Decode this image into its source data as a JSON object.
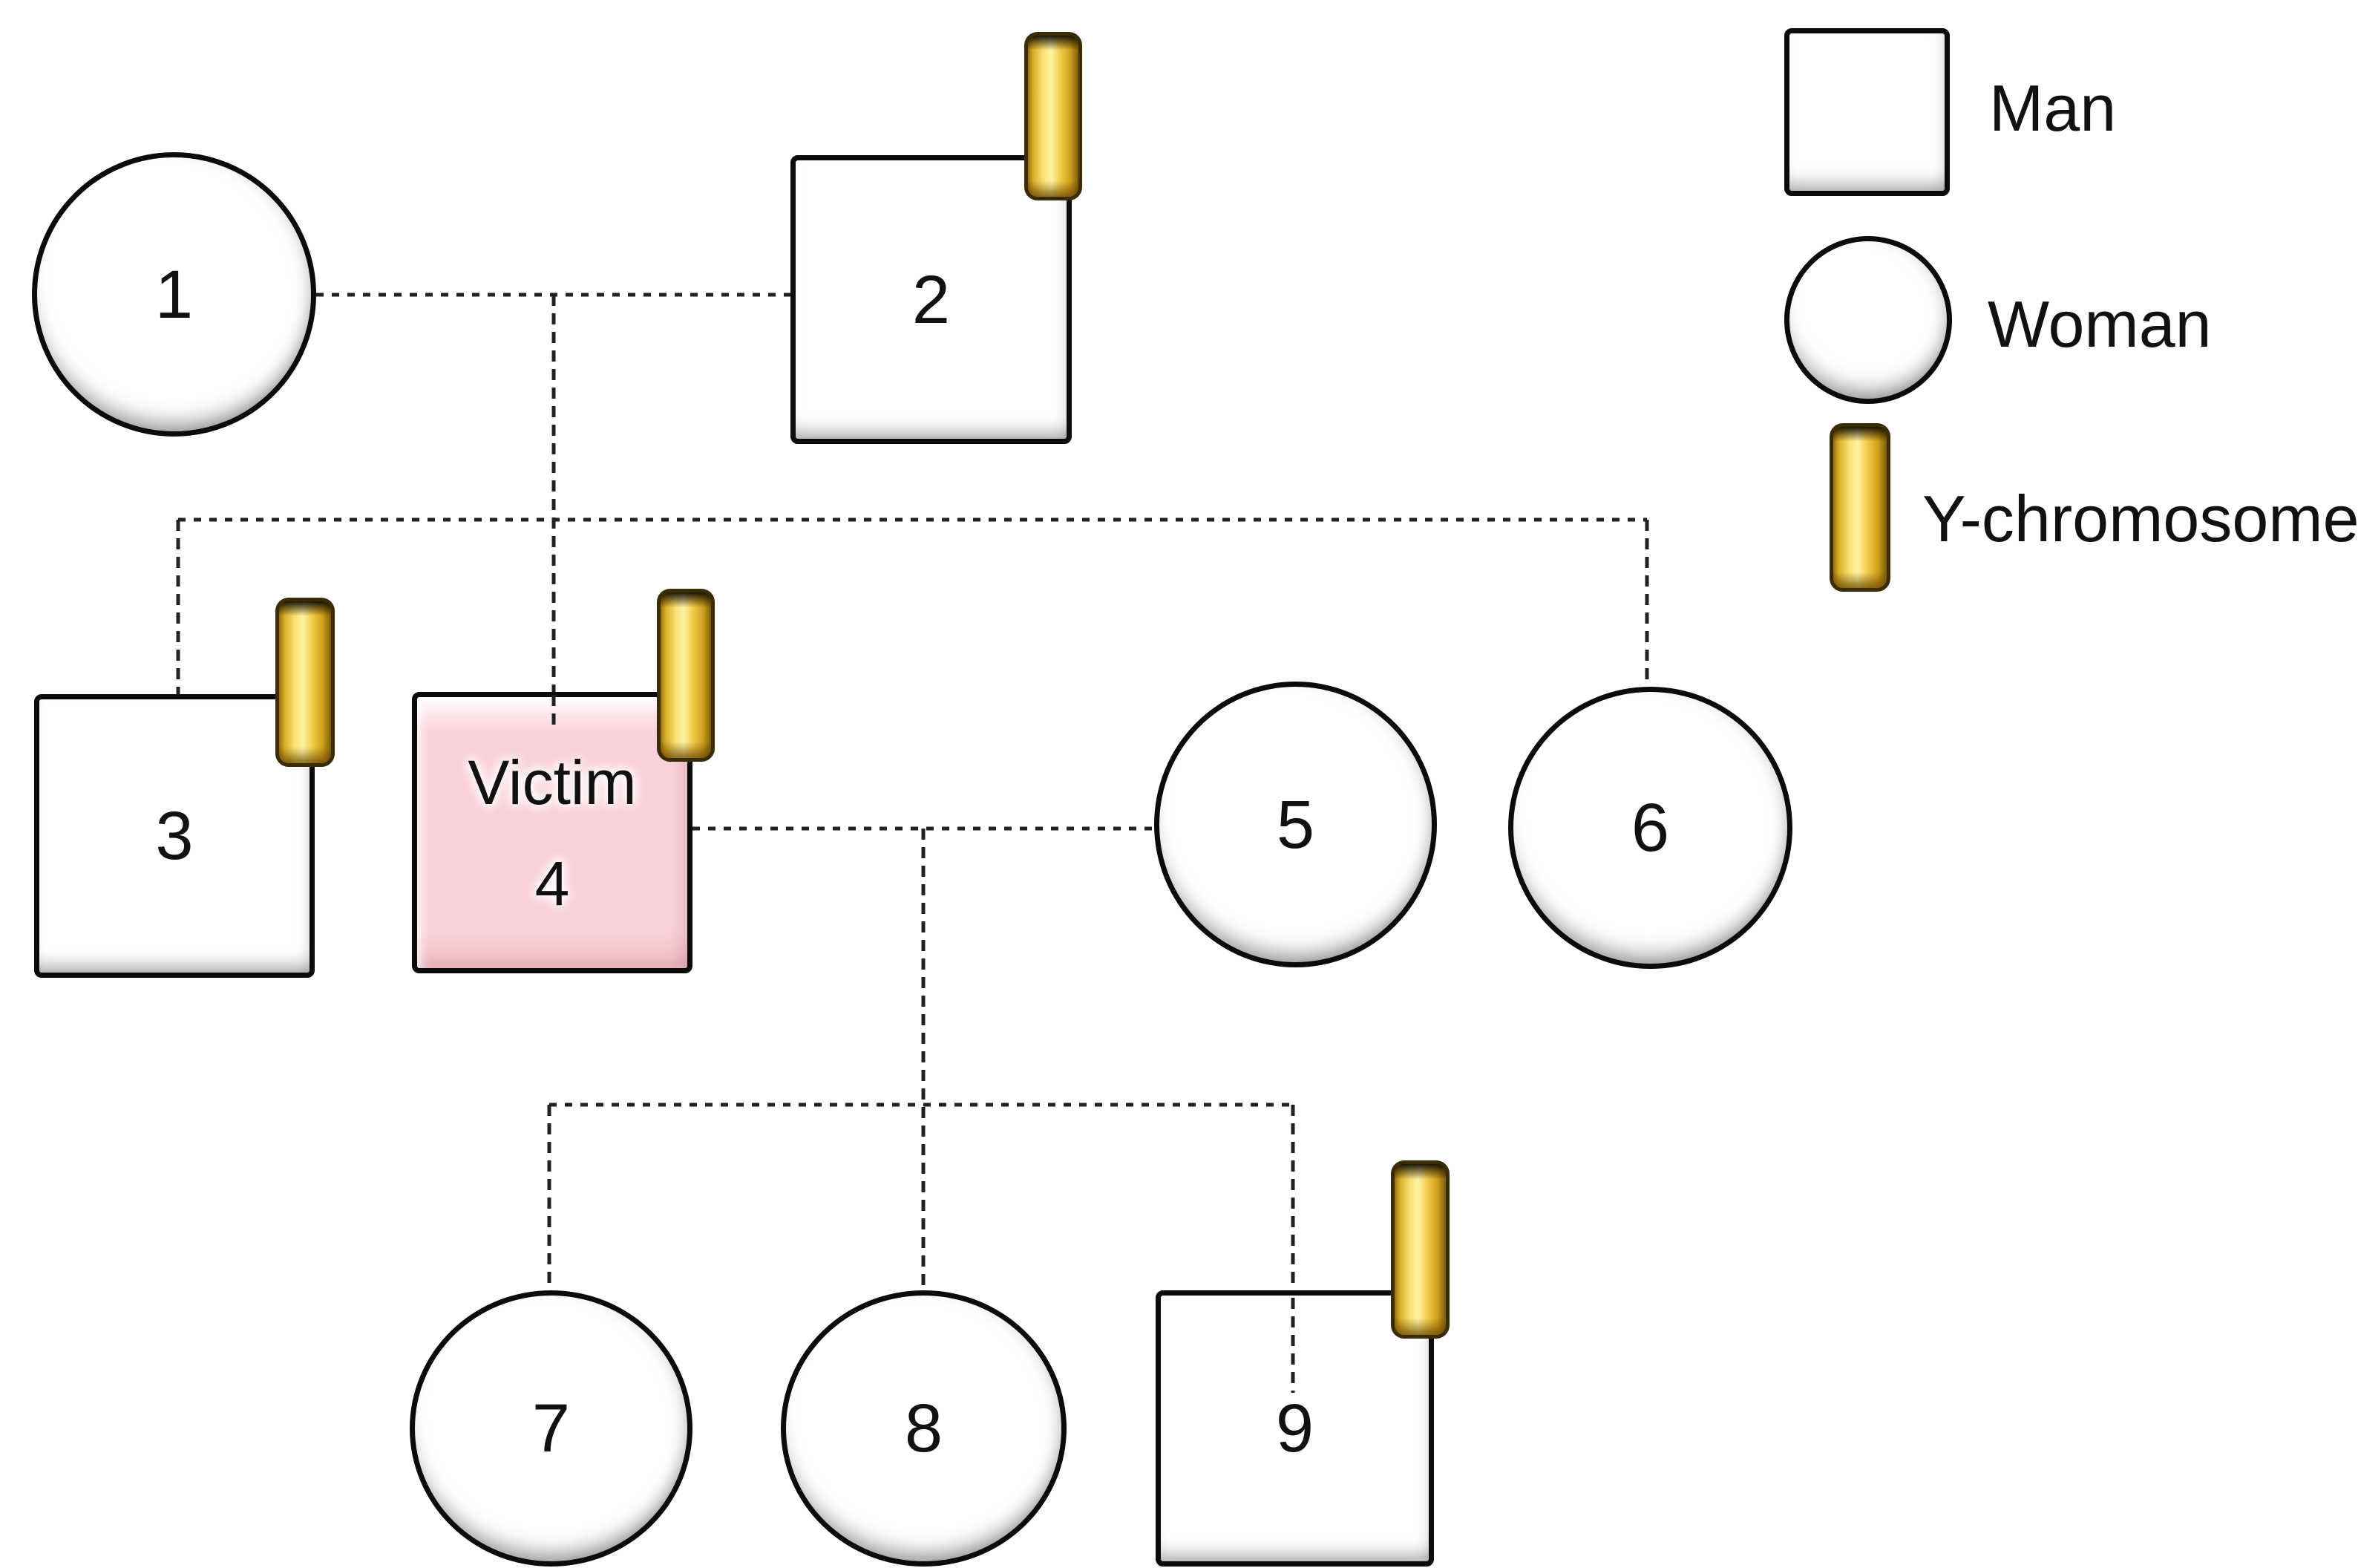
{
  "nodes": [
    {
      "id": "1",
      "label": "1",
      "sex": "woman",
      "victim": false,
      "y_chromosome": false
    },
    {
      "id": "2",
      "label": "2",
      "sex": "man",
      "victim": false,
      "y_chromosome": true
    },
    {
      "id": "3",
      "label": "3",
      "sex": "man",
      "victim": false,
      "y_chromosome": true
    },
    {
      "id": "4",
      "label": "4",
      "name": "Victim",
      "sex": "man",
      "victim": true,
      "y_chromosome": true
    },
    {
      "id": "5",
      "label": "5",
      "sex": "woman",
      "victim": false,
      "y_chromosome": false
    },
    {
      "id": "6",
      "label": "6",
      "sex": "woman",
      "victim": false,
      "y_chromosome": false
    },
    {
      "id": "7",
      "label": "7",
      "sex": "woman",
      "victim": false,
      "y_chromosome": false
    },
    {
      "id": "8",
      "label": "8",
      "sex": "woman",
      "victim": false,
      "y_chromosome": false
    },
    {
      "id": "9",
      "label": "9",
      "sex": "man",
      "victim": false,
      "y_chromosome": true
    }
  ],
  "legend": {
    "man_label": "Man",
    "woman_label": "Woman",
    "y_chromosome_label": "Y-chromosome"
  },
  "colors": {
    "victim_fill": "#fad3da",
    "y_bar_gold": "#f2cc49",
    "line": "#222222",
    "shape_border": "#0b0b0b"
  }
}
